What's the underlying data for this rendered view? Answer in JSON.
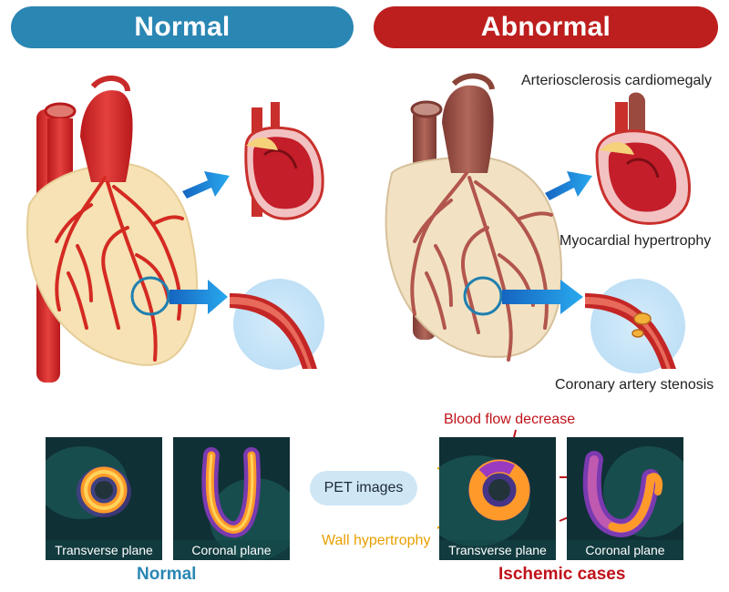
{
  "headers": {
    "normal": "Normal",
    "abnormal": "Abnormal"
  },
  "labels": {
    "arteriosclerosis": "Arteriosclerosis cardiomegaly",
    "myocardial": "Myocardial hypertrophy",
    "stenosis": "Coronary artery stenosis",
    "blood_flow": "Blood flow decrease",
    "wall_hypertrophy": "Wall hypertrophy",
    "pet_images": "PET images"
  },
  "pet_panels": {
    "normal_transverse": "Transverse plane",
    "normal_coronal": "Coronal plane",
    "isch_transverse": "Transverse plane",
    "isch_coronal": "Coronal plane"
  },
  "footers": {
    "normal": "Normal",
    "ischemic": "Ischemic cases"
  },
  "colors": {
    "normal_blue": "#2a86b3",
    "abnormal_red": "#bd1e1e",
    "arrow_blue": "#1e8fd6",
    "annotation_red": "#c0121a",
    "annotation_orange": "#e8a000"
  }
}
